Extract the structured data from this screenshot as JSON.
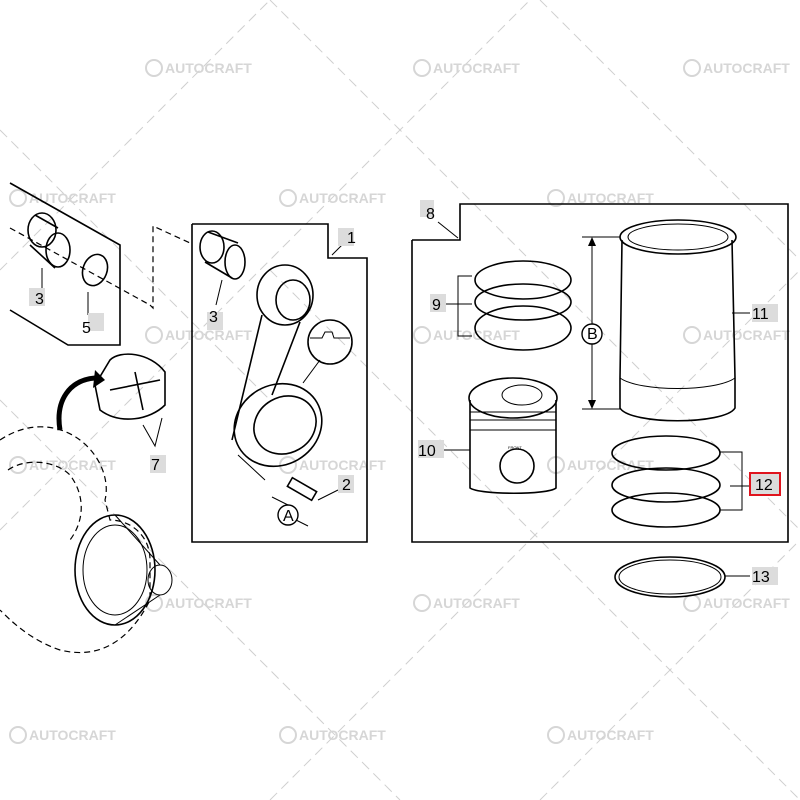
{
  "watermark": "AUTOCRAFT",
  "callouts": {
    "c1": "1",
    "c2": "2",
    "c3a": "3",
    "c3b": "3",
    "c5": "5",
    "c7": "7",
    "c8": "8",
    "c9": "9",
    "c10": "10",
    "c11": "11",
    "c12": "12",
    "c13": "13"
  },
  "dimensions": {
    "a": "A",
    "b": "B"
  },
  "piston_mark": "FRONT",
  "highlight": {
    "callout": "12",
    "color": "#e0141e"
  }
}
